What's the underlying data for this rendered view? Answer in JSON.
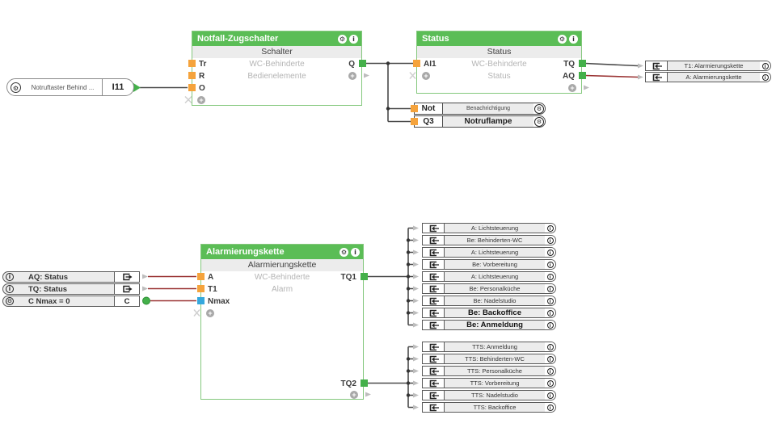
{
  "palette": {
    "block_green": "#5bbd56",
    "block_border": "#84c87d",
    "port_orange": "#f5a33c",
    "port_green": "#44b04a",
    "port_blue": "#35a8dd",
    "wire_dark": "#4a4a4a",
    "wire_red": "#9a3333",
    "stub_gray": "#bdbdbd",
    "dot_black": "#333333",
    "xmark_gray": "#d0d0d0"
  },
  "icons": {
    "gear": "⚙",
    "info": "i",
    "plus": "+"
  },
  "source_input": {
    "label": "Notruftaster  Behind ...",
    "port": "I11"
  },
  "blocks": {
    "notfall": {
      "title": "Notfall-Zugschalter",
      "subtitle": "Schalter",
      "desc_line1": "WC-Behinderte",
      "desc_line2": "Bedienelemente",
      "inputs": [
        "Tr",
        "R",
        "O"
      ],
      "outputs": [
        "Q"
      ]
    },
    "status": {
      "title": "Status",
      "subtitle": "Status",
      "desc_line1": "WC-Behinderte",
      "desc_line2": "Status",
      "inputs": [
        "AI1"
      ],
      "outputs": [
        "TQ",
        "AQ"
      ]
    },
    "alarm": {
      "title": "Alarmierungskette",
      "subtitle": "Alarmierungskette",
      "desc_line1": "WC-Behinderte",
      "desc_line2": "Alarm",
      "inputs": [
        "A",
        "T1",
        "Nmax"
      ],
      "outputs": [
        "TQ1",
        "TQ2"
      ]
    }
  },
  "actuators": [
    {
      "port": "Not",
      "label": "Benachrichtigung",
      "bold": false
    },
    {
      "port": "Q3",
      "label": "Notruflampe",
      "bold": true
    }
  ],
  "top_refs": [
    {
      "label": "T1: Alarmierungskette",
      "bold": false
    },
    {
      "label": "A: Alarmierungskette",
      "bold": false
    }
  ],
  "left_refs": [
    {
      "label": "AQ: Status"
    },
    {
      "label": "TQ: Status"
    },
    {
      "label": "C  Nmax = 0",
      "port": "C"
    }
  ],
  "tq1_refs": [
    {
      "label": "A: Lichtsteuerung",
      "bold": false
    },
    {
      "label": "Be: Behinderten-WC",
      "bold": false
    },
    {
      "label": "A: Lichtsteuerung",
      "bold": false
    },
    {
      "label": "Be: Vorbereitung",
      "bold": false
    },
    {
      "label": "A: Lichtsteuerung",
      "bold": false
    },
    {
      "label": "Be: Personalküche",
      "bold": false
    },
    {
      "label": "Be: Nadelstudio",
      "bold": false
    },
    {
      "label": "Be: Backoffice",
      "bold": true
    },
    {
      "label": "Be: Anmeldung",
      "bold": true
    }
  ],
  "tq2_refs": [
    {
      "label": "TTS: Anmeldung",
      "bold": false
    },
    {
      "label": "TTS: Behinderten-WC",
      "bold": false
    },
    {
      "label": "TTS: Personalküche",
      "bold": false
    },
    {
      "label": "TTS: Vorbereitung",
      "bold": false
    },
    {
      "label": "TTS: Nadelstudio",
      "bold": false
    },
    {
      "label": "TTS: Backoffice",
      "bold": false
    }
  ]
}
